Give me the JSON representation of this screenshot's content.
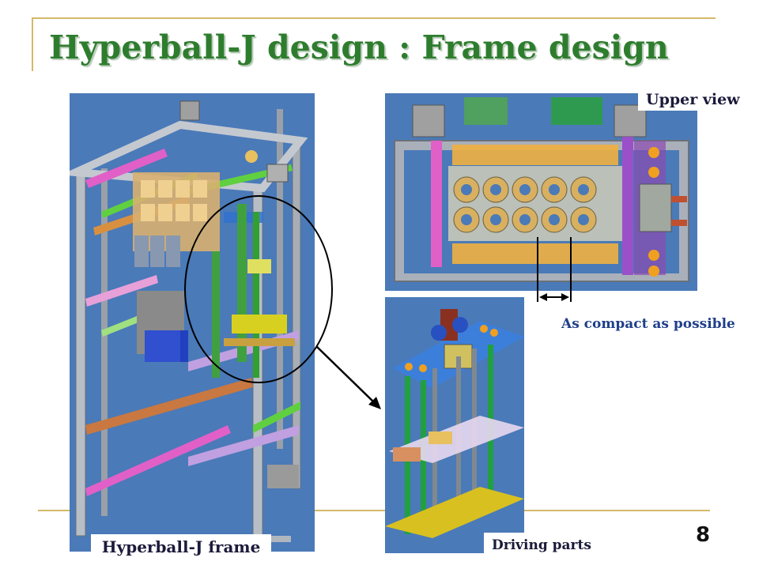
{
  "slide": {
    "title": "Hyperball-J design : Frame design",
    "page_number": "8"
  },
  "images": {
    "frame": {
      "caption": "Hyperball-J frame"
    },
    "upper": {
      "caption": "Upper view"
    },
    "driving": {
      "caption": "Driving parts"
    }
  },
  "annotation": {
    "compact_text": "As compact as possible"
  },
  "colors": {
    "title": "#2e7d2e",
    "accent_line": "#d4b86a",
    "panel_bg": "#4a7ab8",
    "annotation_text": "#1f3f8a"
  }
}
